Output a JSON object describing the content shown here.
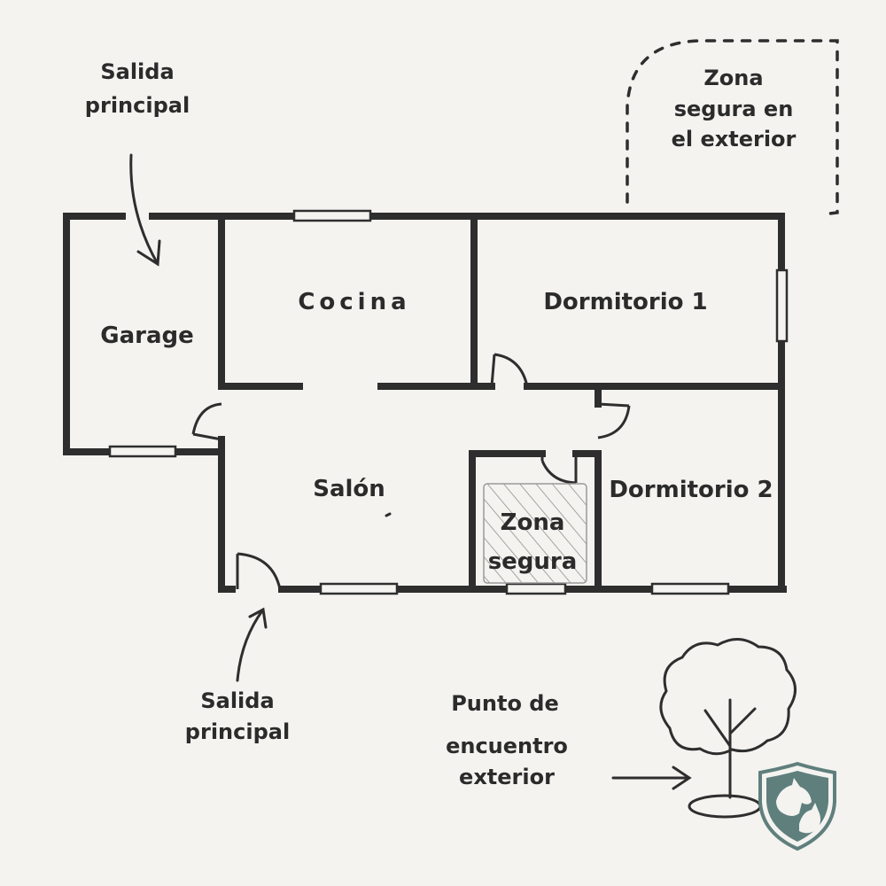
{
  "diagram": {
    "rooms": {
      "garage": "Garage",
      "cocina": "Cocina",
      "dormitorio1": "Dormitorio 1",
      "dormitorio2": "Dormitorio 2",
      "salon": "Salón",
      "zona_segura_line1": "Zona",
      "zona_segura_line2": "segura"
    },
    "annotations": {
      "salida_top_line1": "Salida",
      "salida_top_line2": "principal",
      "salida_bottom_line1": "Salida",
      "salida_bottom_line2": "principal",
      "zona_exterior_line1": "Zona",
      "zona_exterior_line2": "segura en",
      "zona_exterior_line3": "el exterior",
      "punto_line1": "Punto de",
      "punto_line2": "encuentro",
      "punto_line3": "exterior"
    },
    "icons": {
      "tree": "tree-icon",
      "shield": "pet-shield-logo",
      "arrow": "arrow-icon"
    },
    "colors": {
      "ink": "#2e2e2e",
      "paper": "#f4f3f0",
      "shield": "#5f7f7d"
    }
  }
}
